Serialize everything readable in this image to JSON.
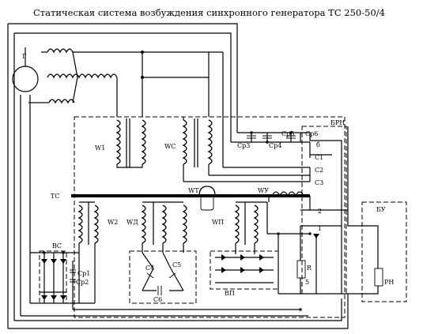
{
  "title": "Статическая система возбуждения синхронного генератора  ТС 250-50/4",
  "labels": {
    "generator": "Г",
    "w1": "W1",
    "wc": "WC",
    "cp3": "Ср3",
    "cp4": "Ср4",
    "cp5": "Ср5",
    "cp6": "Ср6",
    "brn": "БРН",
    "t6": "б",
    "c1": "С1",
    "c2": "С2",
    "c3": "С3",
    "tc": "ТС",
    "wt": "WТ",
    "wy": "WУ",
    "w2": "W2",
    "wd": "WД",
    "wp": "WП",
    "t2": "2",
    "t1": "1",
    "bu": "БУ",
    "vs": "ВС",
    "cp1": "Ср1",
    "cp2": "Ср2",
    "c4": "С4",
    "c5": "С5",
    "c6": "С6",
    "vp": "ВП",
    "r": "R",
    "rn": "РН",
    "t5": "5"
  }
}
